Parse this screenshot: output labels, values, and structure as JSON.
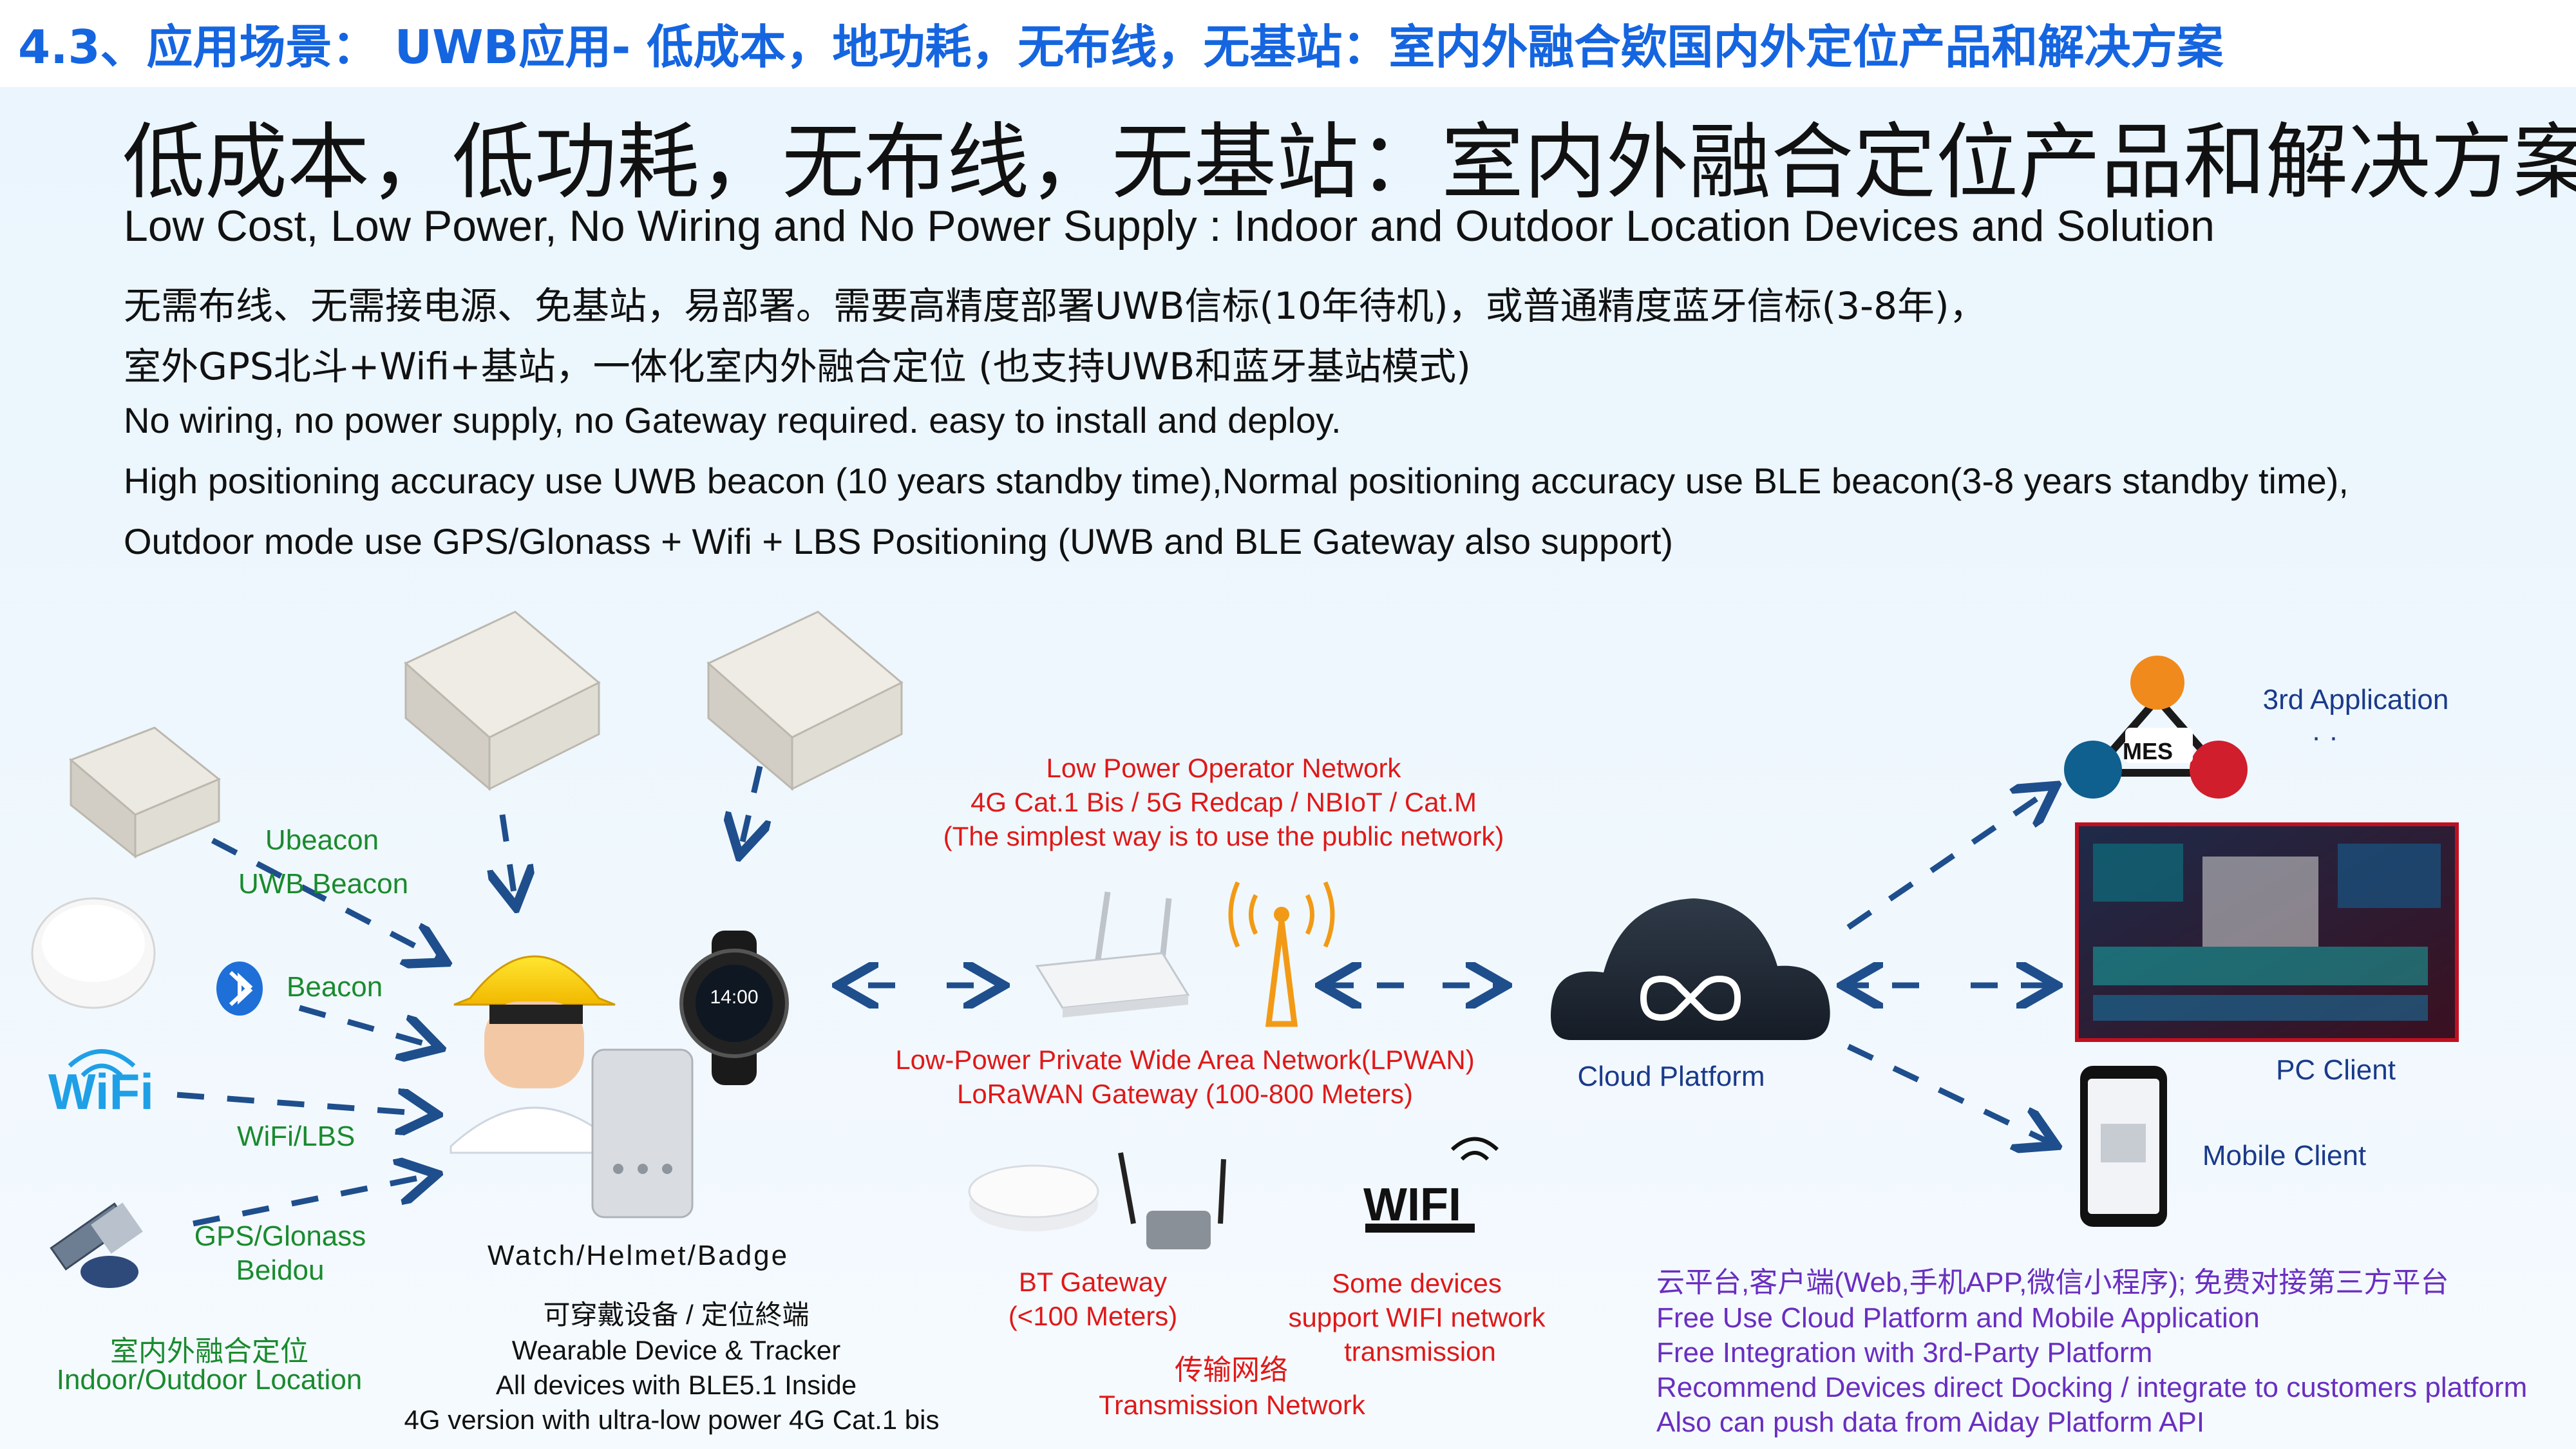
{
  "header": {
    "title": "4.3、应用场景： UWB应用- 低成本，地功耗，无布线，无基站：室内外融合欵国内外定位产品和解决方案"
  },
  "slide": {
    "title_cn": "低成本，低功耗，无布线，无基站：室内外融合定位产品和解决方案",
    "title_en": "Low Cost, Low Power, No Wiring and No Power Supply : Indoor and Outdoor Location Devices and Solution",
    "desc_cn_1": "无需布线、无需接电源、免基站，易部署。需要高精度部署UWB信标(10年待机)，或普通精度蓝牙信标(3-8年)，",
    "desc_cn_2": "室外GPS北斗+Wifi+基站，一体化室内外融合定位 (也支持UWB和蓝牙基站模式)",
    "desc_en_1": "No wiring, no power supply, no Gateway required. easy to install and deploy.",
    "desc_en_2": "High positioning accuracy use UWB beacon (10 years standby time),Normal positioning accuracy use BLE beacon(3-8 years standby time),",
    "desc_en_3": "Outdoor mode use GPS/Glonass + Wifi + LBS Positioning   (UWB and BLE Gateway also support)"
  },
  "left": {
    "ubeacon_1": "Ubeacon",
    "ubeacon_2": "UWB Beacon",
    "beacon": "Beacon",
    "wifi_logo": "WiFi",
    "wifi_lbs": "WiFi/LBS",
    "gps_1": "GPS/Glonass",
    "gps_2": "Beidou",
    "indoor_cn": "室内外融合定位",
    "indoor_en": "Indoor/Outdoor Location"
  },
  "devices": {
    "watch_time": "14:00",
    "wearable_title": "Watch/Helmet/Badge",
    "wearable_cn": "可穿戴设备 / 定位終端",
    "wearable_en": "Wearable Device & Tracker",
    "ble_line": "All devices with BLE5.1 Inside",
    "cat1_line": "4G version with ultra-low power 4G Cat.1 bis"
  },
  "network": {
    "op_1": "Low Power Operator Network",
    "op_2": "4G Cat.1 Bis / 5G Redcap / NBIoT / Cat.M",
    "op_3": "(The simplest way is to use the public network)",
    "lpwan_1": "Low-Power Private Wide Area Network(LPWAN)",
    "lpwan_2": "LoRaWAN Gateway  (100-800 Meters)",
    "bt_1": "BT Gateway",
    "bt_2": "(<100 Meters)",
    "wifi_logo": "WIFI",
    "wifi_1": "Some devices",
    "wifi_2": "support WIFI network",
    "wifi_3": "transmission",
    "trans_cn": "传输网络",
    "trans_en": "Transmission Network"
  },
  "cloud": {
    "label": "Cloud Platform"
  },
  "apps": {
    "mes_logo": "MES",
    "third_app": "3rd Application",
    "dots": "· ·",
    "pc_client": "PC Client",
    "mobile_client": "Mobile Client"
  },
  "footer": {
    "cn": "云平台,客户端(Web,手机APP,微信小程序); 免费对接第三方平台",
    "en_1": "Free Use Cloud Platform and Mobile Application",
    "en_2": "Free Integration with 3rd-Party Platform",
    "en_3": "Recommend Devices direct Docking / integrate to customers platform",
    "en_4": "Also can push data from Aiday Platform API"
  },
  "colors": {
    "header_blue": "#1565e0",
    "label_green": "#1a8a2e",
    "label_red": "#e01818",
    "arrow_blue": "#1f4e8c",
    "footer_purple": "#6a2ec0"
  }
}
